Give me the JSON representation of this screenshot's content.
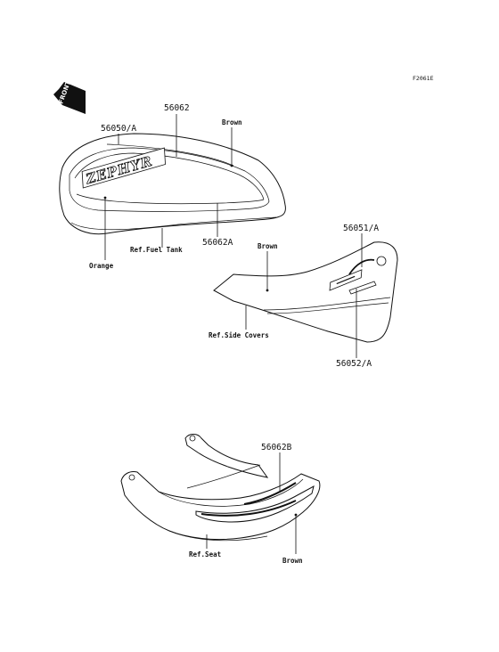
{
  "figure_code": "F2061E",
  "front_badge": "FRONT",
  "logo_text": "ZEPHYR",
  "callouts": {
    "p56062": "56062",
    "p56050a": "56050/A",
    "brown_tank": "Brown",
    "p56062a": "56062A",
    "ref_fuel_tank": "Ref.Fuel Tank",
    "orange": "Orange",
    "p56051a": "56051/A",
    "brown_side": "Brown",
    "ref_side_covers": "Ref.Side Covers",
    "p56052a": "56052/A",
    "p56062b": "56062B",
    "ref_seat": "Ref.Seat",
    "brown_seat": "Brown"
  },
  "colors": {
    "line": "#111111",
    "background": "#ffffff"
  }
}
